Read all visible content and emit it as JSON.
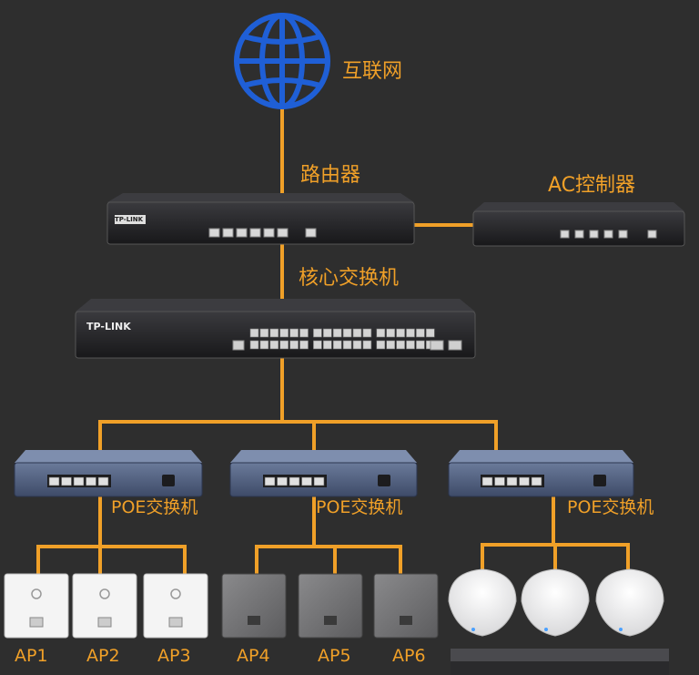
{
  "labels": {
    "internet": "互联网",
    "router": "路由器",
    "ac_controller": "AC控制器",
    "core_switch": "核心交换机",
    "poe_switch": "POE交换机"
  },
  "brand": {
    "router_logo": "TP-LINK",
    "switch_logo": "TP-LINK"
  },
  "access_points": [
    "AP1",
    "AP2",
    "AP3",
    "AP4",
    "AP5",
    "AP6"
  ],
  "colors": {
    "background": "#2e2e2e",
    "connection": "#f0a028",
    "label": "#f0a028",
    "globe": "#1f5fd6",
    "device_body": "#1f1f22",
    "poe_body": "#4a5a7a",
    "white_panel": "#f4f4f4",
    "gray_panel": "#6e6e70"
  },
  "icons": {
    "internet": "globe-icon",
    "ethernet": "ethernet-port-icon",
    "power": "power-socket-icon"
  }
}
